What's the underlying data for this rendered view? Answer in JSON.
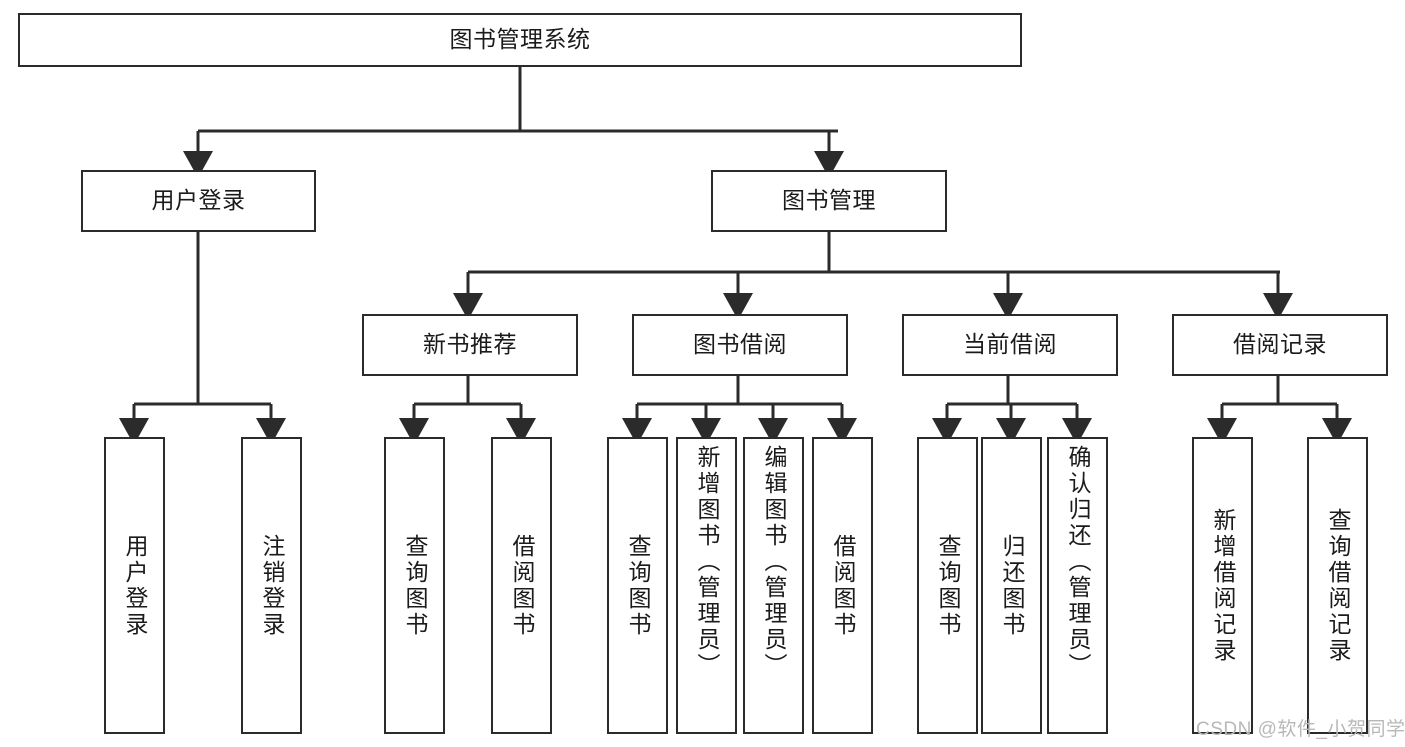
{
  "diagram": {
    "type": "tree-hierarchy-chart",
    "title": "图书管理系统",
    "orientation": "top-down",
    "line_color": "#2b2b2b",
    "box_fill": "#ffffff",
    "text_color": "#1b1b1b",
    "watermark": "CSDN @软件_小贺同学",
    "nodes": {
      "root": {
        "label": "图书管理系统",
        "level": 1
      },
      "l2": [
        {
          "id": "user-login",
          "label": "用户登录",
          "level": 2
        },
        {
          "id": "book-manage",
          "label": "图书管理",
          "level": 2
        }
      ],
      "l3": [
        {
          "id": "new-book-recommend",
          "label": "新书推荐",
          "level": 3,
          "parent": "book-manage"
        },
        {
          "id": "book-borrow",
          "label": "图书借阅",
          "level": 3,
          "parent": "book-manage"
        },
        {
          "id": "current-borrow",
          "label": "当前借阅",
          "level": 3,
          "parent": "book-manage"
        },
        {
          "id": "borrow-record",
          "label": "借阅记录",
          "level": 3,
          "parent": "book-manage"
        }
      ],
      "leaves": [
        {
          "id": "leaf-user-login",
          "label": "用户登录",
          "parent": "user-login"
        },
        {
          "id": "leaf-user-logout",
          "label": "注销登录",
          "parent": "user-login"
        },
        {
          "id": "leaf-query-book-1",
          "label": "查询图书",
          "parent": "new-book-recommend"
        },
        {
          "id": "leaf-borrow-book-1",
          "label": "借阅图书",
          "parent": "new-book-recommend"
        },
        {
          "id": "leaf-query-book-2",
          "label": "查询图书",
          "parent": "book-borrow"
        },
        {
          "id": "leaf-add-book",
          "label": "新增图书（管理员）",
          "parent": "book-borrow"
        },
        {
          "id": "leaf-edit-book",
          "label": "编辑图书（管理员）",
          "parent": "book-borrow"
        },
        {
          "id": "leaf-borrow-book-2",
          "label": "借阅图书",
          "parent": "book-borrow"
        },
        {
          "id": "leaf-query-book-3",
          "label": "查询图书",
          "parent": "current-borrow"
        },
        {
          "id": "leaf-return-book",
          "label": "归还图书",
          "parent": "current-borrow"
        },
        {
          "id": "leaf-confirm-return",
          "label": "确认归还（管理员）",
          "parent": "current-borrow"
        },
        {
          "id": "leaf-add-record",
          "label": "新增借阅记录",
          "parent": "borrow-record"
        },
        {
          "id": "leaf-query-record",
          "label": "查询借阅记录",
          "parent": "borrow-record"
        }
      ]
    }
  }
}
